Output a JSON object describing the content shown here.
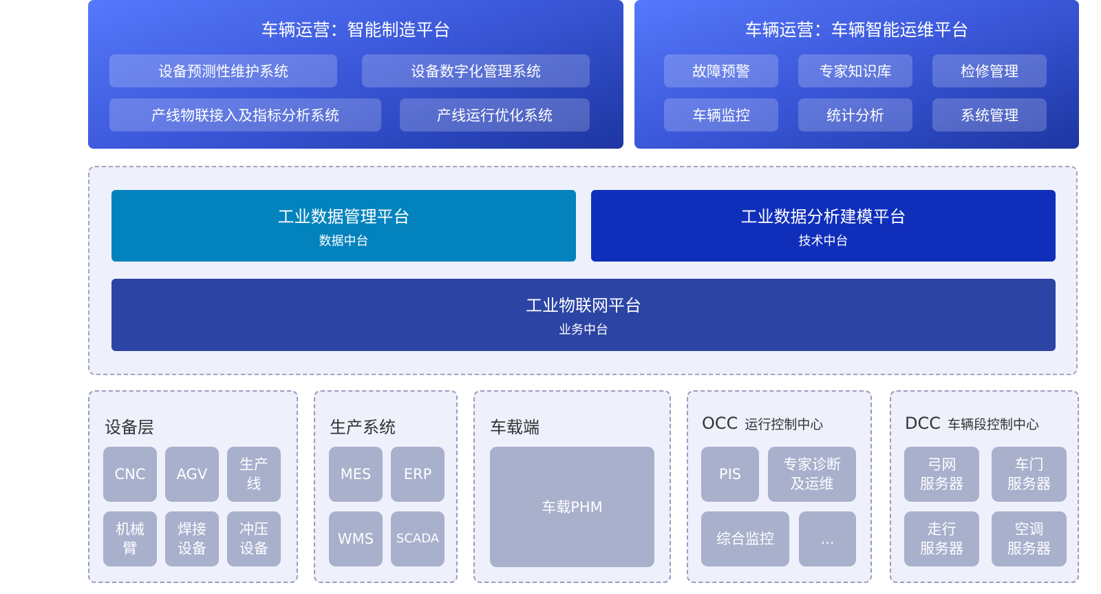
{
  "top_left": {
    "title": "车辆运营：智能制造平台",
    "items": [
      "设备预测性维护系统",
      "设备数字化管理系统",
      "产线物联接入及指标分析系统",
      "产线运行优化系统"
    ]
  },
  "top_right": {
    "title": "车辆运营：车辆智能运维平台",
    "items": [
      "故障预警",
      "专家知识库",
      "检修管理",
      "车辆监控",
      "统计分析",
      "系统管理"
    ]
  },
  "middle": {
    "data_platform": {
      "title": "工业数据管理平台",
      "subtitle": "数据中台"
    },
    "analysis_platform": {
      "title": "工业数据分析建模平台",
      "subtitle": "技术中台"
    },
    "iot_platform": {
      "title": "工业物联网平台",
      "subtitle": "业务中台"
    }
  },
  "bottom": {
    "device": {
      "title": "设备层",
      "items": [
        "CNC",
        "AGV",
        "生产\n线",
        "机械\n臂",
        "焊接\n设备",
        "冲压\n设备"
      ]
    },
    "production": {
      "title": "生产系统",
      "items": [
        "MES",
        "ERP",
        "WMS",
        "SCADA"
      ]
    },
    "vehicle": {
      "title": "车载端",
      "items": [
        "车载PHM"
      ]
    },
    "occ": {
      "title": "OCC",
      "subtitle": "运行控制中心",
      "items": [
        "PIS",
        "专家诊断\n及运维",
        "综合监控",
        "..."
      ]
    },
    "dcc": {
      "title": "DCC",
      "subtitle": "车辆段控制中心",
      "items": [
        "弓网\n服务器",
        "车门\n服务器",
        "走行\n服务器",
        "空调\n服务器"
      ]
    }
  },
  "colors": {
    "data_platform": "#0383bd",
    "analysis_platform": "#0f2fbb",
    "iot_platform": "#2c44a4",
    "tile": "#a8b0cc"
  }
}
